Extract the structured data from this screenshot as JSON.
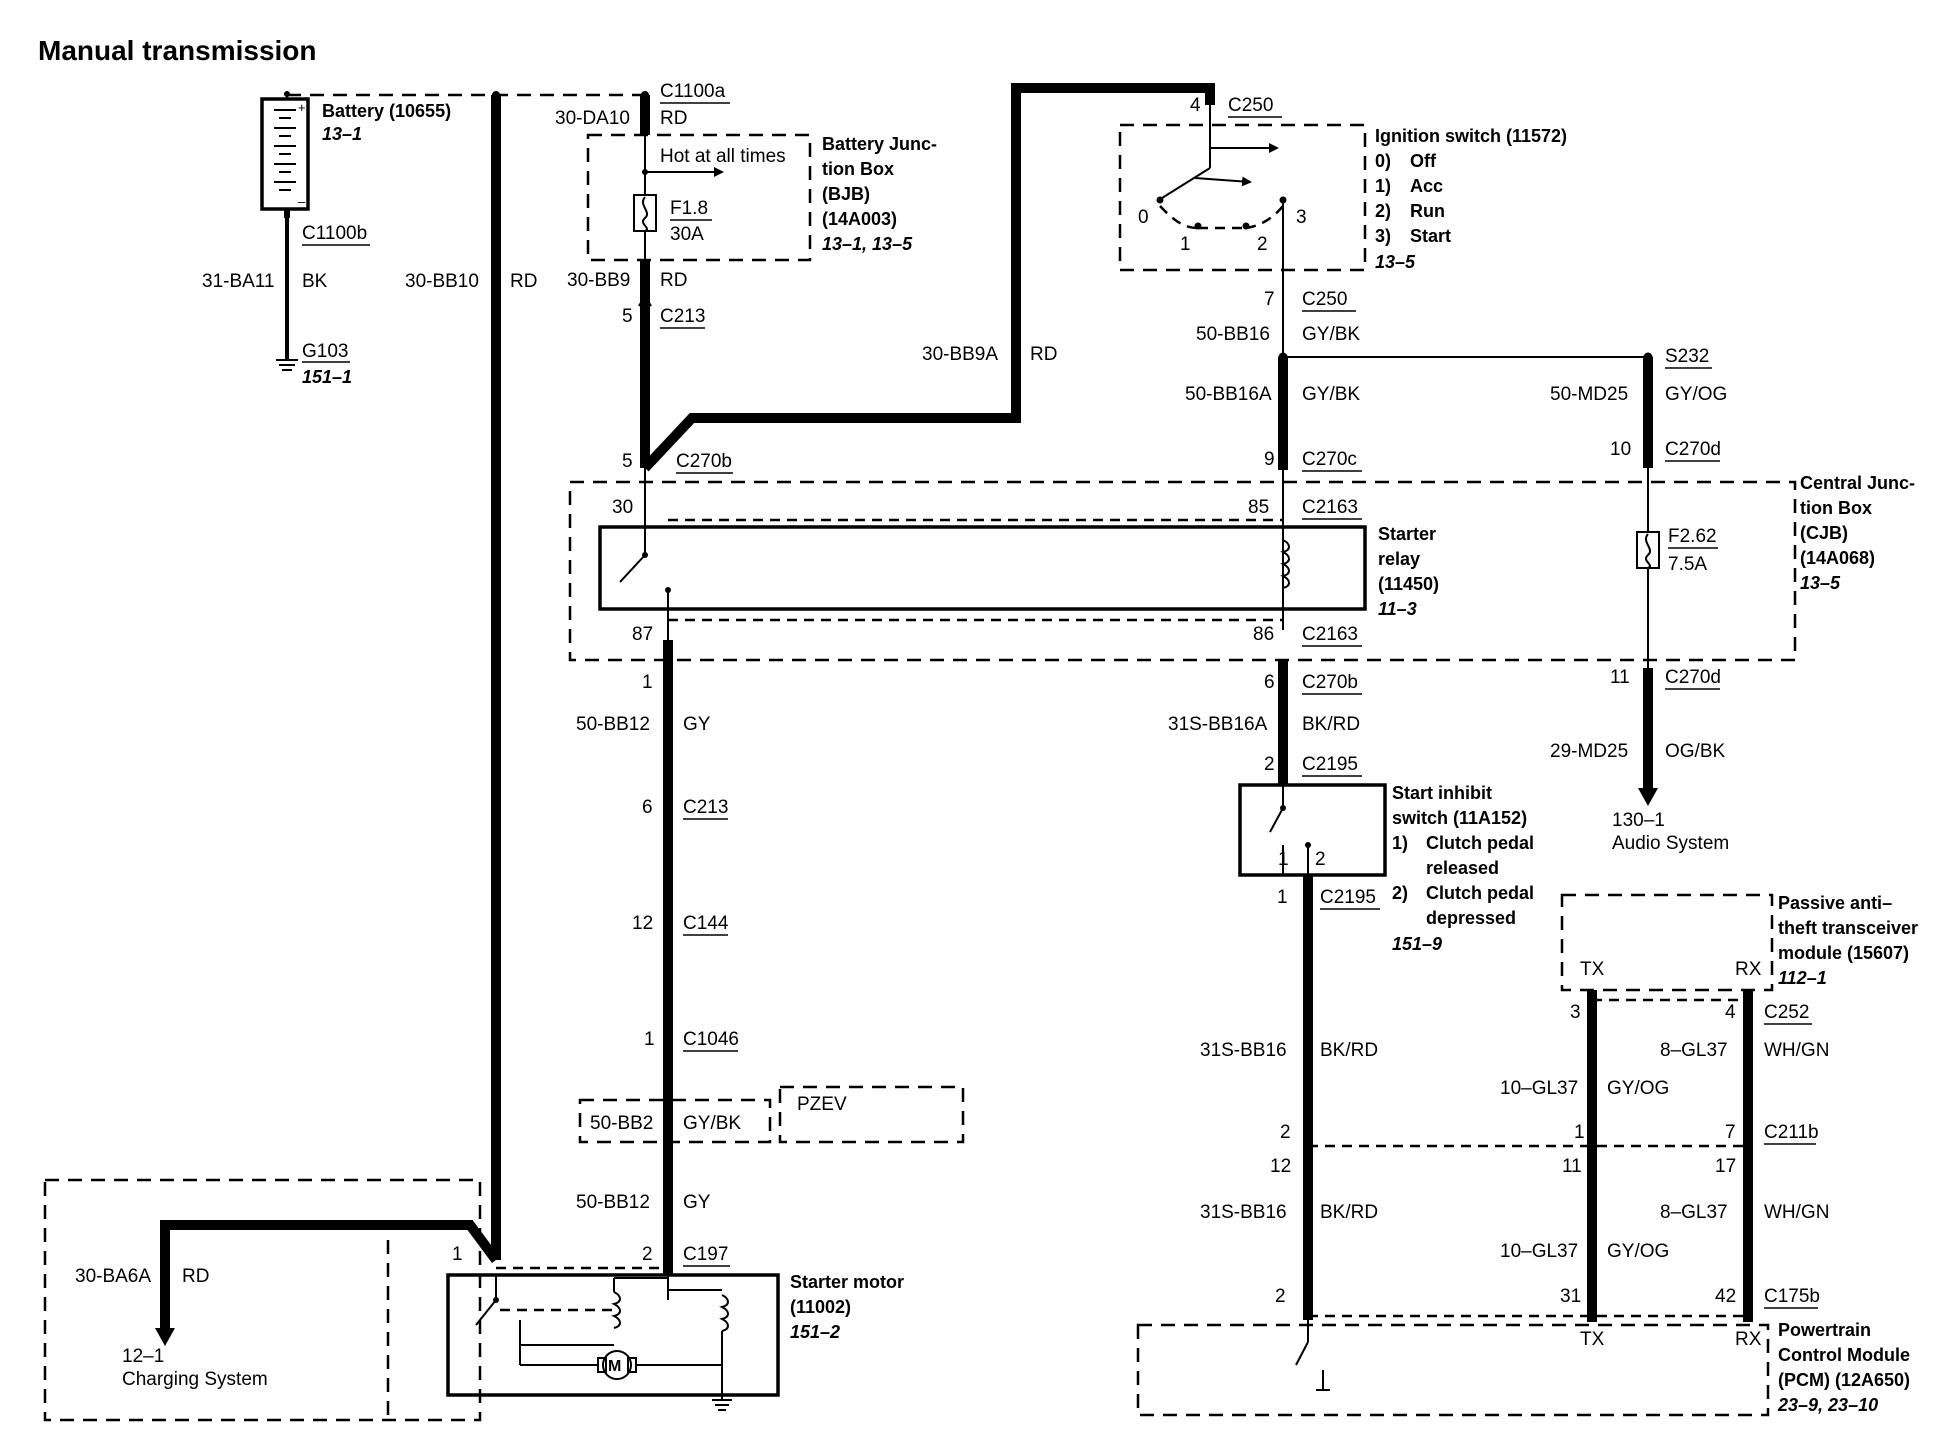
{
  "title": "Manual transmission",
  "components": {
    "battery": {
      "name": "Battery (10655)",
      "ref": "13–1",
      "connector": "C1100b"
    },
    "bjb": {
      "l1": "Battery Junc-",
      "l2": "tion Box",
      "l3": "(BJB)",
      "l4": "(14A003)",
      "ref": "13–1, 13–5",
      "hot": "Hot at all times",
      "fuse": "F1.8",
      "amp": "30A"
    },
    "ground_g103": {
      "name": "G103",
      "ref": "151–1"
    },
    "ignition": {
      "name": "Ignition switch (11572)",
      "p0": "0)",
      "p0t": "Off",
      "p1": "1)",
      "p1t": "Acc",
      "p2": "2)",
      "p2t": "Run",
      "p3": "3)",
      "p3t": "Start",
      "ref": "13–5",
      "pos0": "0",
      "pos1": "1",
      "pos2": "2",
      "pos3": "3"
    },
    "cjb": {
      "l1": "Central Junc-",
      "l2": "tion Box",
      "l3": "(CJB)",
      "l4": "(14A068)",
      "ref": "13–5",
      "fuse": "F2.62",
      "amp": "7.5A"
    },
    "relay": {
      "l1": "Starter",
      "l2": "relay",
      "l3": "(11450)",
      "ref": "11–3"
    },
    "inhibit": {
      "l1": "Start inhibit",
      "l2": "switch (11A152)",
      "o1n": "1)",
      "o1a": "Clutch pedal",
      "o1b": "released",
      "o2n": "2)",
      "o2a": "Clutch pedal",
      "o2b": "depressed",
      "ref": "151–9",
      "pin1": "1",
      "pin2": "2"
    },
    "pats": {
      "l1": "Passive anti–",
      "l2": "theft transceiver",
      "l3": "module (15607)",
      "ref": "112–1",
      "tx": "TX",
      "rx": "RX"
    },
    "starter": {
      "l1": "Starter motor",
      "l2": "(11002)",
      "ref": "151–2",
      "m": "M"
    },
    "pcm": {
      "l1": "Powertrain",
      "l2": "Control Module",
      "l3": "(PCM) (12A650)",
      "ref": "23–9, 23–10",
      "tx": "TX",
      "rx": "RX"
    },
    "audio": {
      "ref": "130–1",
      "name": "Audio System"
    },
    "charging": {
      "ref": "12–1",
      "name": "Charging System"
    },
    "pzev": "PZEV"
  },
  "connectors": {
    "c1100a": "C1100a",
    "c250a": "C250",
    "c250b": "C250",
    "s232": "S232",
    "c213a": "C213",
    "c270b_top": "C270b",
    "c270c": "C270c",
    "c270d_top": "C270d",
    "c2163a": "C2163",
    "c2163b": "C2163",
    "c270b_bot": "C270b",
    "c270d_bot": "C270d",
    "c2195a": "C2195",
    "c2195b": "C2195",
    "c213b": "C213",
    "c144": "C144",
    "c1046": "C1046",
    "c252": "C252",
    "c211b": "C211b",
    "c197": "C197",
    "c175b": "C175b"
  },
  "wires": [
    {
      "circuit": "30-DA10",
      "color": "RD"
    },
    {
      "circuit": "31-BA11",
      "color": "BK"
    },
    {
      "circuit": "30-BB10",
      "color": "RD"
    },
    {
      "circuit": "30-BB9",
      "color": "RD"
    },
    {
      "circuit": "30-BB9A",
      "color": "RD"
    },
    {
      "circuit": "50-BB16",
      "color": "GY/BK"
    },
    {
      "circuit": "50-BB16A",
      "color": "GY/BK"
    },
    {
      "circuit": "50-MD25",
      "color": "GY/OG"
    },
    {
      "circuit": "31S-BB16A",
      "color": "BK/RD"
    },
    {
      "circuit": "29-MD25",
      "color": "OG/BK"
    },
    {
      "circuit": "50-BB12",
      "color": "GY"
    },
    {
      "circuit": "50-BB2",
      "color": "GY/BK"
    },
    {
      "circuit": "50-BB12",
      "color": "GY"
    },
    {
      "circuit": "31S-BB16",
      "color": "BK/RD"
    },
    {
      "circuit": "8–GL37",
      "color": "WH/GN"
    },
    {
      "circuit": "10–GL37",
      "color": "GY/OG"
    },
    {
      "circuit": "31S-BB16",
      "color": "BK/RD"
    },
    {
      "circuit": "8–GL37",
      "color": "WH/GN"
    },
    {
      "circuit": "10–GL37",
      "color": "GY/OG"
    },
    {
      "circuit": "30-BA6A",
      "color": "RD"
    }
  ],
  "pins": {
    "p_c250a": "4",
    "p_c250b": "7",
    "p_c213a": "5",
    "p_c270b_top": "5",
    "p_c270c": "9",
    "p_c270d_top": "10",
    "p30": "30",
    "p85": "85",
    "p87": "87",
    "p86": "86",
    "p_c270b_bot": "6",
    "p_c270d_bot": "11",
    "p_c2195a": "2",
    "p_c2195b": "1",
    "p_c213b_top": "1",
    "p_c213b": "6",
    "p_c144": "12",
    "p_c1046": "1",
    "p_c252_tx": "3",
    "p_c252_rx": "4",
    "p_c211b_bk": "2",
    "p_c211b_tx": "1",
    "p_c211b_rx": "7",
    "p_low_bk": "12",
    "p_low_tx": "11",
    "p_low_rx": "17",
    "p_c197_1": "1",
    "p_c197_2": "2",
    "p_c175b_bk": "2",
    "p_c175b_tx": "31",
    "p_c175b_rx": "42"
  }
}
